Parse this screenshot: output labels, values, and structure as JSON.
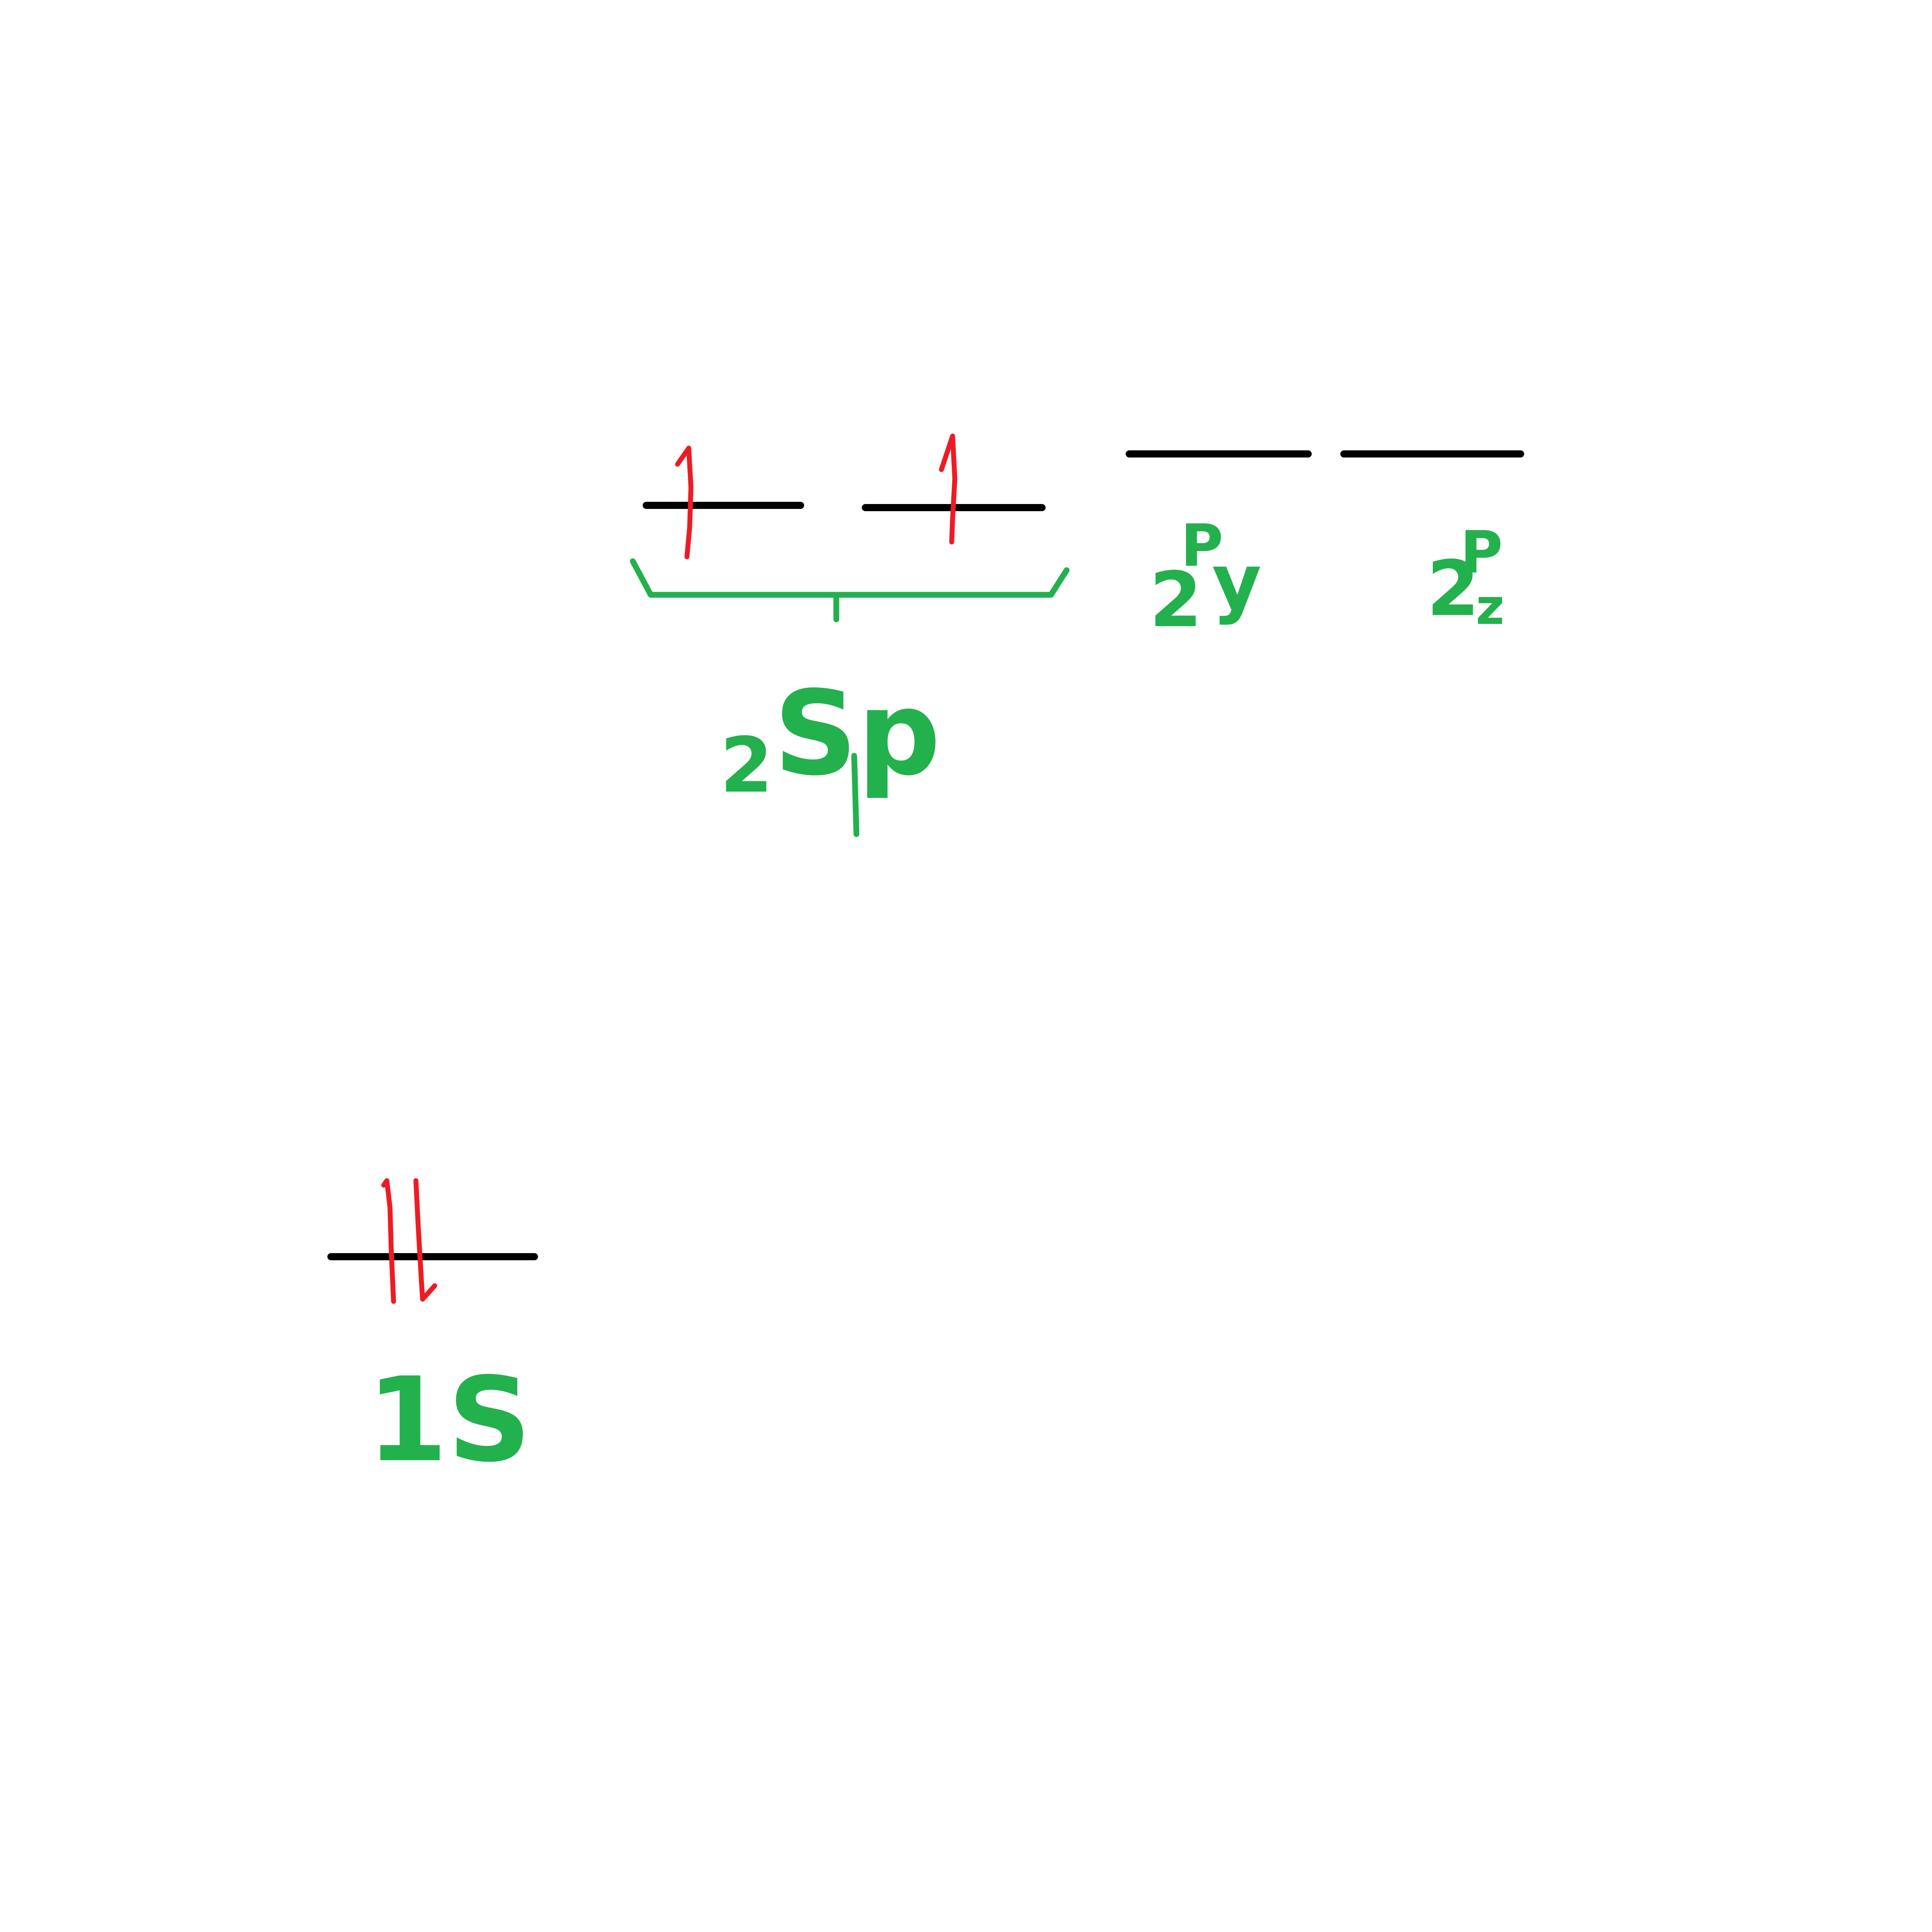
{
  "diagram": {
    "colors": {
      "level_line": "#000000",
      "electron": "#ed1c24",
      "label": "#22b14c",
      "background": "#ffffff"
    },
    "orbitals": {
      "one_s": {
        "label": "1S",
        "electrons": [
          "up",
          "down"
        ]
      },
      "sp_hybrid": {
        "label_coefficient": "2",
        "label_main": "Sp",
        "orbitals": [
          {
            "electrons": [
              "up"
            ]
          },
          {
            "electrons": [
              "up"
            ]
          }
        ]
      },
      "p_y": {
        "label_coefficient": "2",
        "label_main": "P",
        "label_subscript": "y",
        "electrons": []
      },
      "p_z": {
        "label_coefficient": "2",
        "label_main": "P",
        "label_subscript": "z",
        "electrons": []
      }
    }
  }
}
